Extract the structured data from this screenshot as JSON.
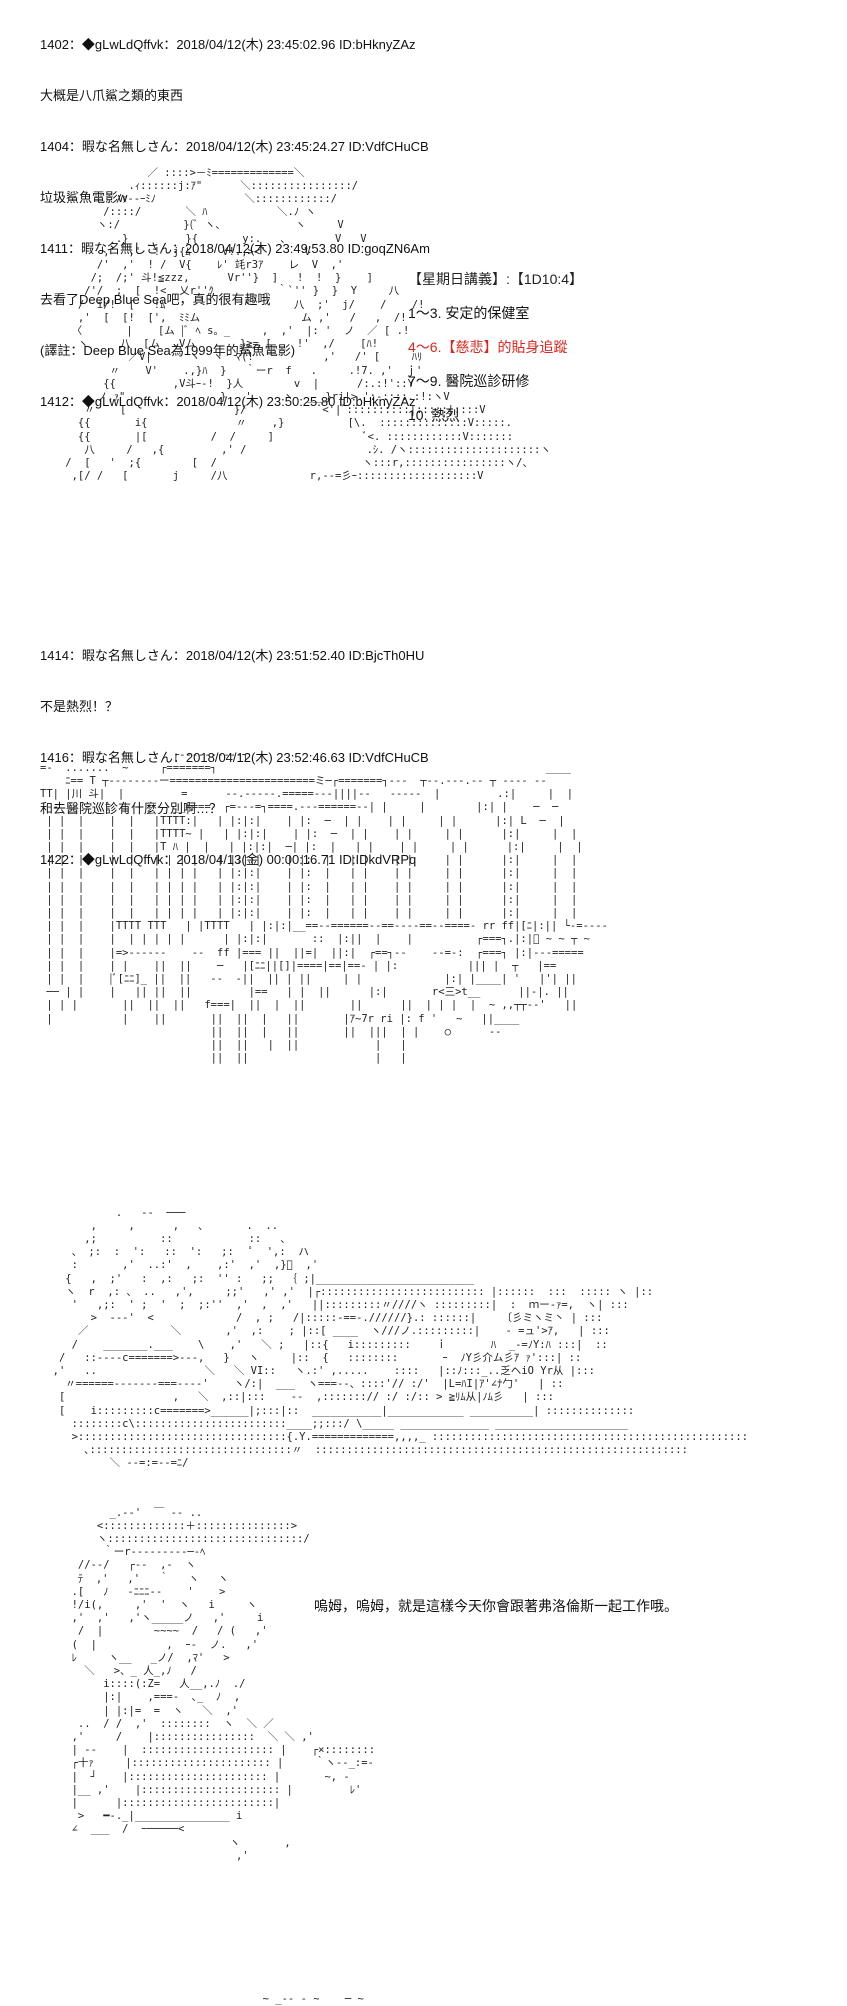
{
  "thread1": {
    "l1": "1402：◆gLwLdQffvk：2018/04/12(木) 23:45:02.96 ID:bHknyZAz",
    "l2": "大概是八爪鯊之類的東西",
    "l3": "1404：暇な名無しさん：2018/04/12(木) 23:45:24.27 ID:VdfCHuCB",
    "l4": "垃圾鯊魚電影w",
    "l5": "1411：暇な名無しさん：2018/04/12(木) 23:49:53.80 ID:goqZN6Am",
    "l6": "去看了Deep Blue Sea吧，真的很有趣哦",
    "l7": "(譯註：Deep Blue Sea為1999年的鯊魚電影)",
    "l8": "1412：◆gLwLdQffvk：2018/04/12(木) 23:50:25.80 ID:bHknyZAz"
  },
  "choices": {
    "header": "【星期日講義】:【1D10:4】",
    "c1": "1～3. 安定的保健室",
    "c2": "4～6.【慈悲】的貼身追蹤",
    "c3": "7～9. 醫院巡診研修",
    "c4": "10. 熱烈"
  },
  "thread2": {
    "l1": "1414：暇な名無しさん：2018/04/12(木) 23:51:52.40 ID:BjcTh0HU",
    "l2": "不是熱烈！？",
    "l3": "1416：暇な名無しさん：2018/04/12(木) 23:52:46.63 ID:VdfCHuCB",
    "l4": "和去醫院巡診有什麼分別啊…？",
    "l5": "1422：◆gLwLdQffvk：2018/04/13(金) 00:00:16.71 ID:IDkdVRPq"
  },
  "dialog": "嗚姆，嗚姆，就是這樣今天你會跟著弗洛倫斯一起工作哦。",
  "colors": {
    "accent_red": "#e0241c",
    "text": "#111111"
  }
}
